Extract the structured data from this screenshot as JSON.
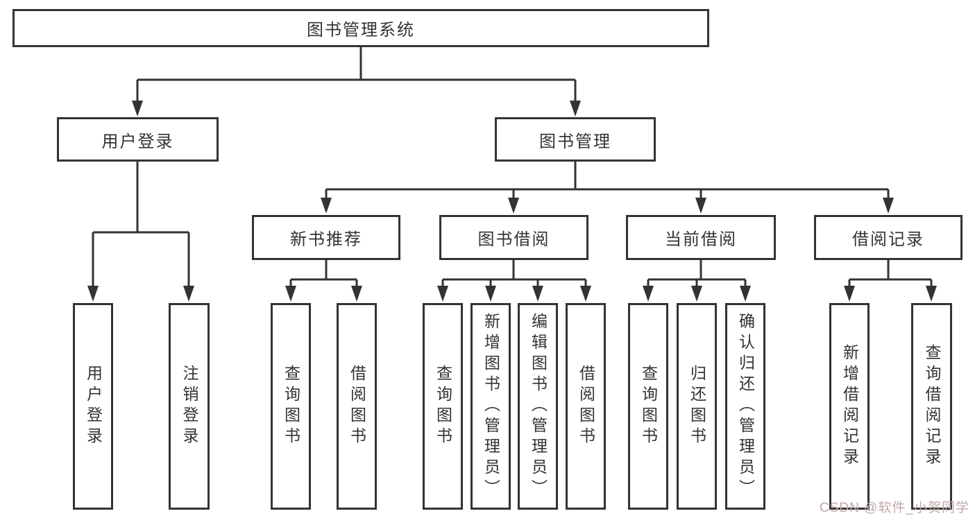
{
  "diagram": {
    "root": {
      "label": "图书管理系统"
    },
    "level2": [
      {
        "label": "用户登录"
      },
      {
        "label": "图书管理"
      }
    ],
    "level3": [
      {
        "label": "新书推荐"
      },
      {
        "label": "图书借阅"
      },
      {
        "label": "当前借阅"
      },
      {
        "label": "借阅记录"
      }
    ],
    "leaves": {
      "user_login": [
        "用户登录",
        "注销登录"
      ],
      "new_books": [
        "查询图书",
        "借阅图书"
      ],
      "book_borrow": [
        "查询图书",
        "新增图书（管理员）",
        "编辑图书（管理员）",
        "借阅图书"
      ],
      "current_borrow": [
        "查询图书",
        "归还图书",
        "确认归还（管理员）"
      ],
      "borrow_records": [
        "新增借阅记录",
        "查询借阅记录"
      ]
    }
  },
  "watermark": {
    "text": "CSDN @软件_小贺同学"
  },
  "colors": {
    "line": "#333333",
    "text": "#333333",
    "watermark": "#c2a8a8",
    "background": "#ffffff"
  }
}
